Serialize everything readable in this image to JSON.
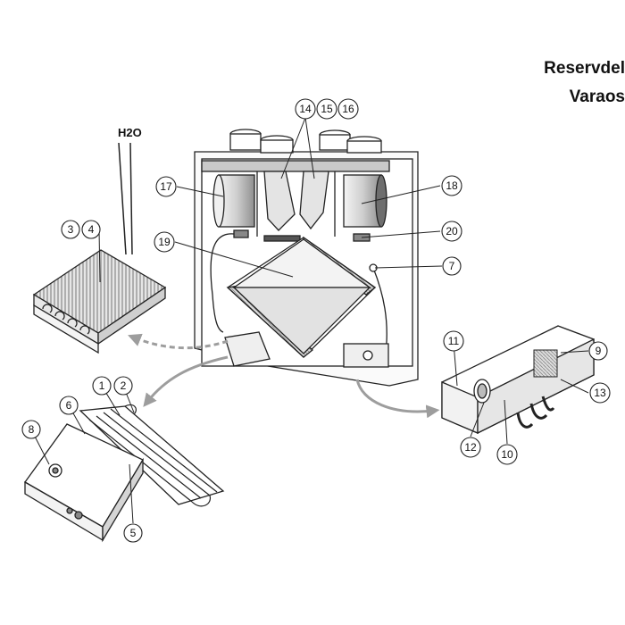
{
  "header": {
    "line1": "Reservdel",
    "line2": "Varaos"
  },
  "labels": {
    "h2o": "H2O"
  },
  "callouts": {
    "c1": "1",
    "c2": "2",
    "c3": "3",
    "c4": "4",
    "c5": "5",
    "c6": "6",
    "c7": "7",
    "c8": "8",
    "c9": "9",
    "c10": "10",
    "c11": "11",
    "c12": "12",
    "c13": "13",
    "c14": "14",
    "c15": "15",
    "c16": "16",
    "c17": "17",
    "c18": "18",
    "c19": "19",
    "c20": "20"
  },
  "colors": {
    "line": "#222222",
    "fill_light": "#f2f2f2",
    "fill_mid": "#d9d9d9",
    "fill_dark": "#9a9a9a",
    "arrow": "#9d9d9d"
  }
}
